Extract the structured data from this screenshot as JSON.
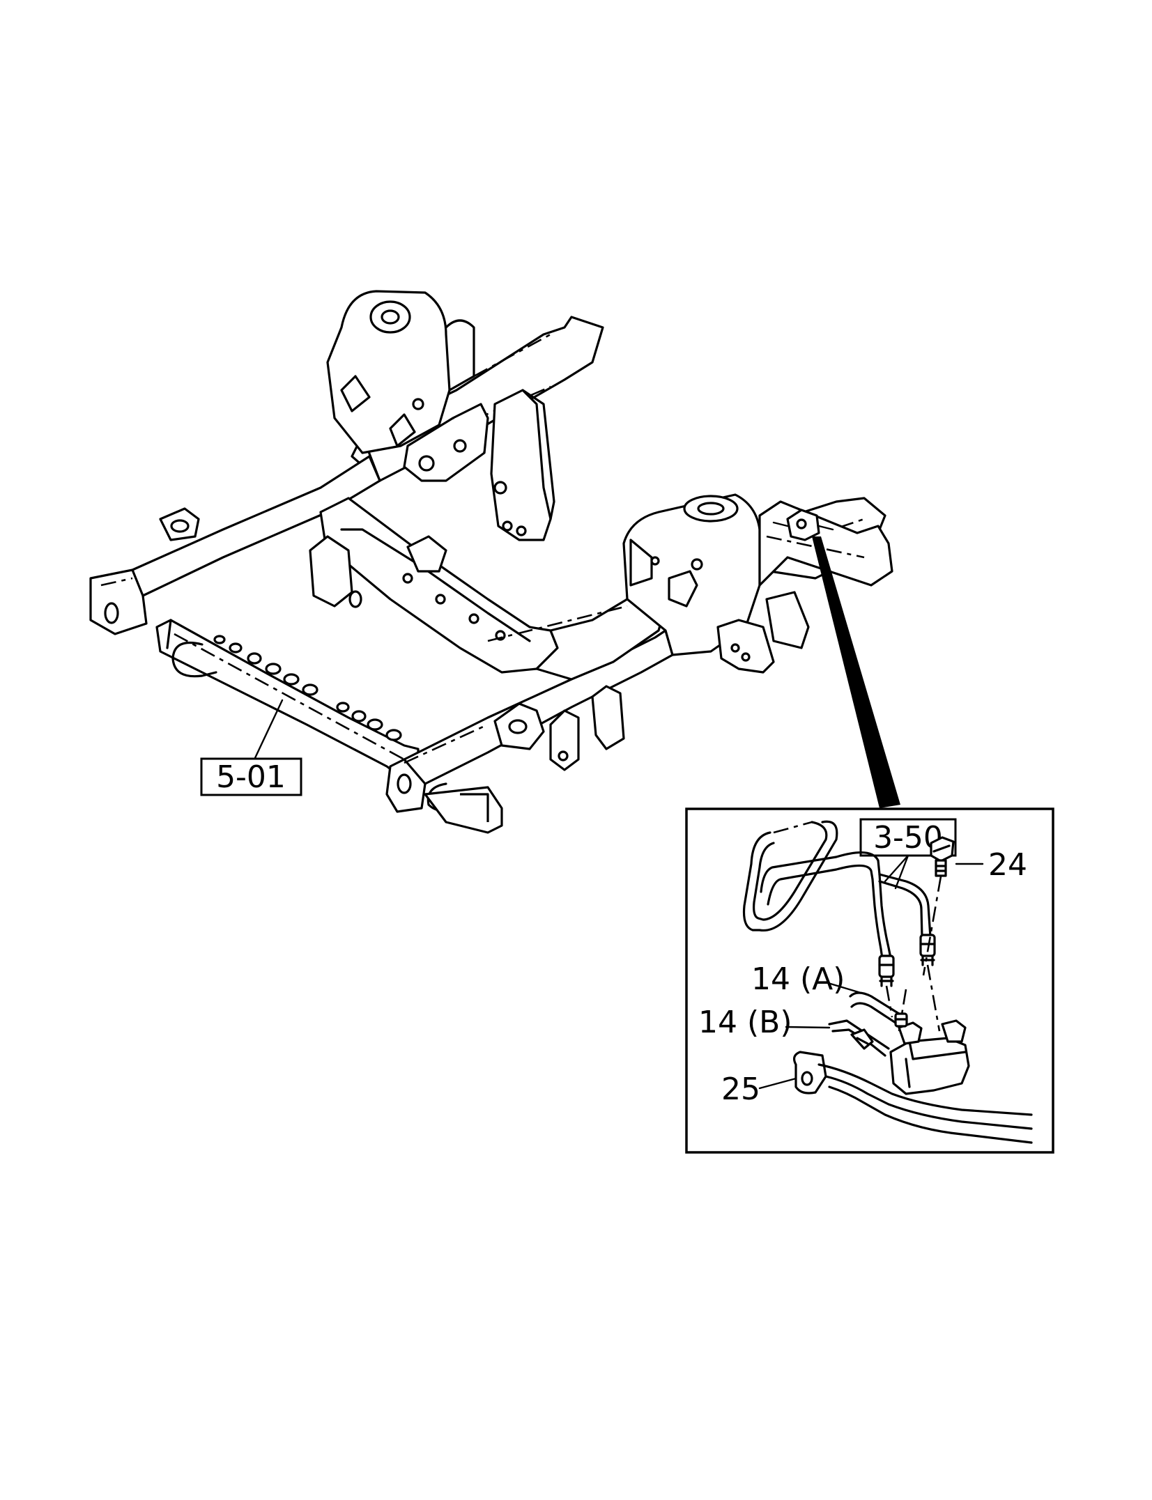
{
  "callouts": {
    "ref_frame": "5-01",
    "ref_pipe": "3-50",
    "part_24": "24",
    "part_14a": "14 (A)",
    "part_14b": "14 (B)",
    "part_25": "25"
  },
  "icons": {
    "main_view": "chassis-frame-crossmember",
    "detail_view": "brake-pipe-junction-detail"
  },
  "colors": {
    "line": "#000000",
    "background": "#ffffff"
  }
}
